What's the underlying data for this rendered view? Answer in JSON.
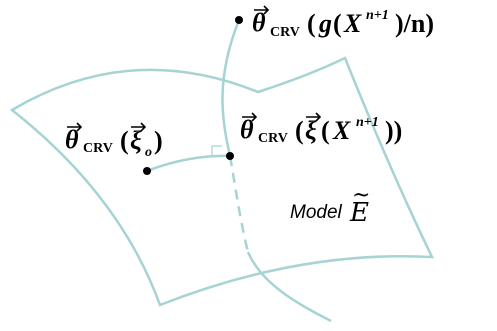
{
  "labels": {
    "top": {
      "theta": "θ",
      "sub": "CRV",
      "open": "(",
      "g": "g",
      "open2": "(",
      "X": "X",
      "sup": "n+1",
      "rest": ")/n)"
    },
    "mid": {
      "theta": "θ",
      "sub": "CRV",
      "open": "(",
      "xi": "ξ",
      "open2": "(",
      "X": "X",
      "sup": "n+1",
      "close": "))"
    },
    "left": {
      "theta": "θ",
      "sub": "CRV",
      "open": "(",
      "xi": "ξ",
      "subscript": "o",
      "close": ")"
    },
    "model": {
      "word": "Model",
      "script": "E",
      "tilde": "~"
    },
    "arrow": "⃗"
  },
  "colors": {
    "surface": "#a6d3d3",
    "curve": "#a6d3d3",
    "point": "#000000",
    "text": "#000000"
  }
}
